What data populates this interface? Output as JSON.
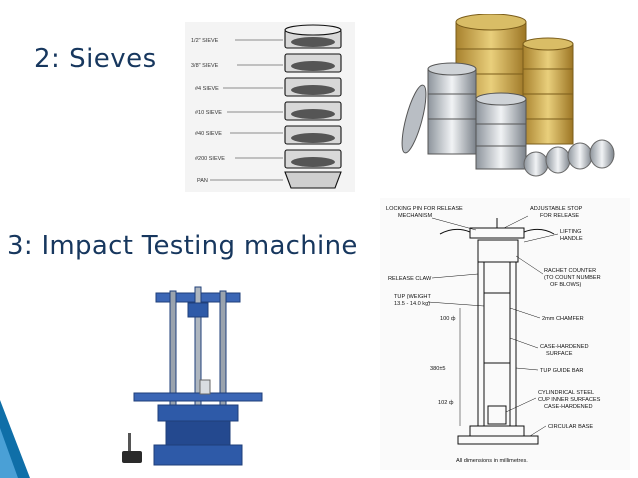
{
  "slide": {
    "heading_sieves": "2: Sieves",
    "heading_impact": "3: Impact Testing machine"
  },
  "sieve_diagram": {
    "labels": [
      "1/2\" SIEVE",
      "3/8\" SIEVE",
      "#4 SIEVE",
      "#10 SIEVE",
      "#40 SIEVE",
      "#200 SIEVE",
      "PAN"
    ]
  },
  "impact_diagram": {
    "labels": {
      "locking_pin": "LOCKING PIN FOR RELEASE",
      "locking_pin2": "MECHANISM",
      "adjustable_stop": "ADJUSTABLE STOP",
      "adjustable_stop2": "FOR RELEASE",
      "lifting": "LIFTING",
      "lifting2": "HANDLE",
      "release_claw": "RELEASE CLAW",
      "rachet": "RACHET COUNTER",
      "rachet2": "(TO COUNT NUMBER",
      "rachet3": "OF BLOWS)",
      "tup_weight": "TUP (WEIGHT",
      "tup_weight2": "13.5 - 14.0 kg)",
      "chamfer": "2mm CHAMFER",
      "case_hardened": "CASE-HARDENED",
      "case_hardened2": "SURFACE",
      "tup_guide": "TUP GUIDE BAR",
      "cylindrical": "CYLINDRICAL STEEL",
      "cylindrical2": "CUP INNER SURFACES",
      "cylindrical3": "CASE-HARDENED",
      "circular_base": "CIRCULAR BASE",
      "dim1": "100 ф",
      "dim2": "380±5",
      "dim3": "102 ф",
      "footnote": "All dimensions in millimetres."
    }
  },
  "colors": {
    "heading": "#17375e",
    "accent": "#0f6fa8",
    "machine_blue": "#2e5aa8"
  }
}
